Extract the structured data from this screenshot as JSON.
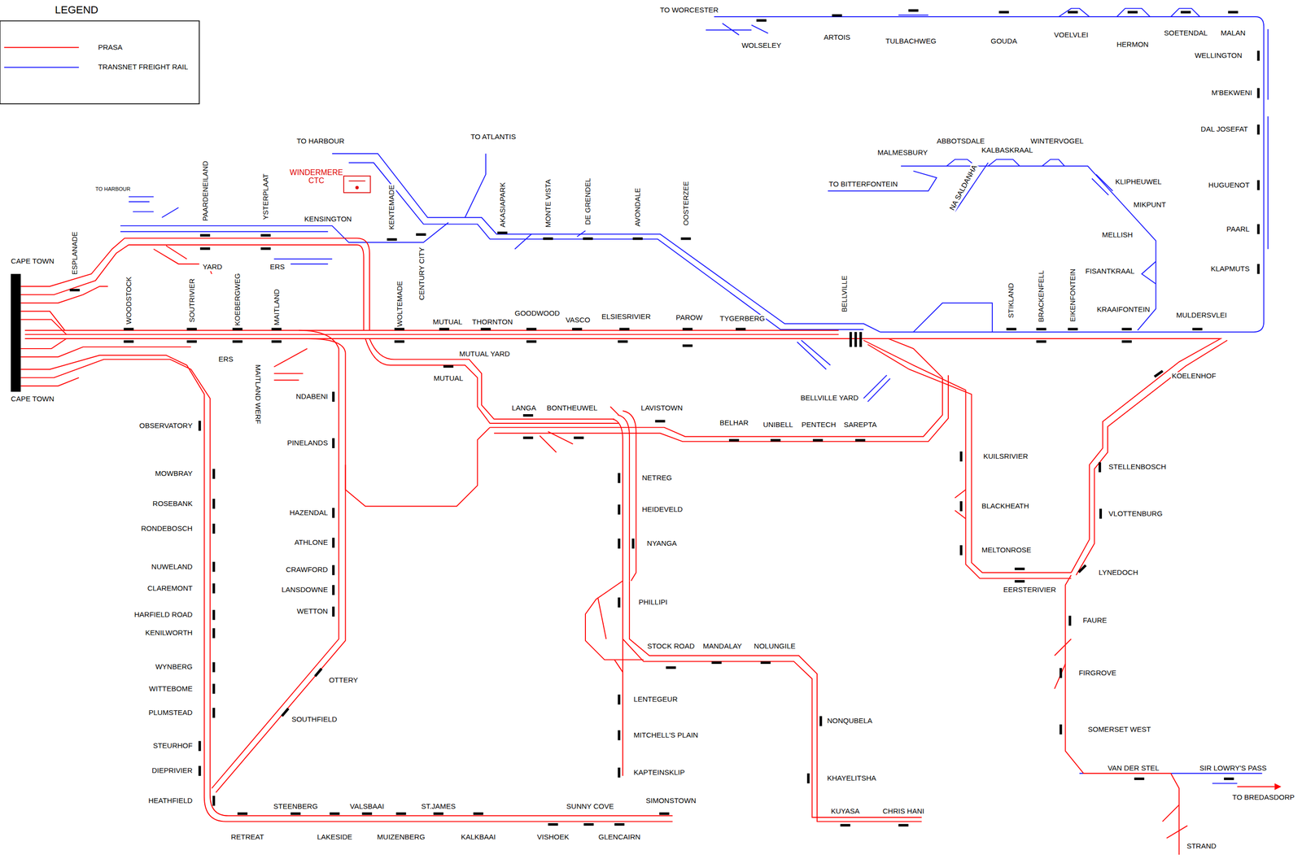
{
  "diagram": {
    "labels": [
      "LEGEND",
      "WINDERMERE CTC",
      "TO WORCESTER",
      "WOLSELEY",
      "ARTOIS",
      "TULBACHWEG",
      "GOUDA",
      "VOELVLEI",
      "HERMON",
      "SOETENDAL",
      "MALAN",
      "WELLINGTON",
      "M'BEKWENI",
      "DAL JOSEFAT",
      "HUGUENOT",
      "PAARL",
      "KLAPMUTS",
      "MULDERSVLEI",
      "KOELENHOF",
      "STELLENBOSCH",
      "VLOTTENBURG",
      "LYNEDOCH",
      "EERSTERIVIER",
      "FAURE",
      "FIRGROVE",
      "SOMERSET WEST",
      "VAN DER STEL",
      "SIR LOWRY'S PASS",
      "TO BREDASDORP",
      "STRAND",
      "MALMESBURY",
      "ABBOTSDALE",
      "KALBASKRAAL",
      "WINTERVOGEL",
      "TO BITTERFONTEIN",
      "NA SALDANHA",
      "KLIPHEUWEL",
      "MIKPUNT",
      "MELLISH",
      "FISANTKRAAL",
      "KRAAIFONTEIN",
      "STIKLAND",
      "BRACKENFELL",
      "EIKENFONTEIN",
      "BELLVILLE",
      "BELLVILLE YARD",
      "TO HARBOUR",
      "TO ATLANTIS",
      "TO HARBOUR",
      "PAARDENEILAND",
      "YSTERPLAAT",
      "KENSINGTON",
      "KENTEMADE",
      "CENTURY CITY",
      "AKASIAPARK",
      "MONTE VISTA",
      "DE GRENDEL",
      "AVONDALE",
      "OOSTERZEE",
      "YARD",
      "ERS",
      "ESPLANADE",
      "CAPE TOWN",
      "CAPE TOWN",
      "WOODSTOCK",
      "SOUTRIVIER",
      "KOEBERGWEG",
      "MAITLAND",
      "WOLTEMADE",
      "MUTUAL",
      "THORNTON",
      "GOODWOOD",
      "VASCO",
      "ELSIESRIVIER",
      "PAROW",
      "TYGERBERG",
      "MUTUAL YARD",
      "MUTUAL",
      "ERS",
      "MAITLAND WERF",
      "NDABENI",
      "OBSERVATORY",
      "MOWBRAY",
      "ROSEBANK",
      "RONDEBOSCH",
      "NUWELAND",
      "CLAREMONT",
      "HARFIELD ROAD",
      "KENILWORTH",
      "WYNBERG",
      "WITTEBOME",
      "PLUMSTEAD",
      "STEURHOF",
      "DIEPRIVIER",
      "HEATHFIELD",
      "RETREAT",
      "STEENBERG",
      "LAKESIDE",
      "VALSBAAI",
      "MUIZENBERG",
      "ST.JAMES",
      "KALKBAAI",
      "VISHOEK",
      "SUNNY COVE",
      "GLENCAIRN",
      "SIMONSTOWN",
      "PINELANDS",
      "HAZENDAL",
      "ATHLONE",
      "CRAWFORD",
      "LANSDOWNE",
      "WETTON",
      "OTTERY",
      "SOUTHFIELD",
      "LANGA",
      "BONTHEUWEL",
      "LAVISTOWN",
      "BELHAR",
      "UNIBELL",
      "PENTECH",
      "SAREPTA",
      "NETREG",
      "HEIDEVELD",
      "NYANGA",
      "PHILLIPI",
      "STOCK ROAD",
      "MANDALAY",
      "NOLUNGILE",
      "LENTEGEUR",
      "MITCHELL'S PLAIN",
      "KAPTEINSKLIP",
      "NONQUBELA",
      "KHAYELITSHA",
      "KUYASA",
      "CHRIS HANI",
      "KUILSRIVIER",
      "BLACKHEATH",
      "MELTONROSE"
    ],
    "legend": [
      {
        "text": "PRASA"
      },
      {
        "text": "TRANSNET FREIGHT RAIL"
      }
    ]
  }
}
